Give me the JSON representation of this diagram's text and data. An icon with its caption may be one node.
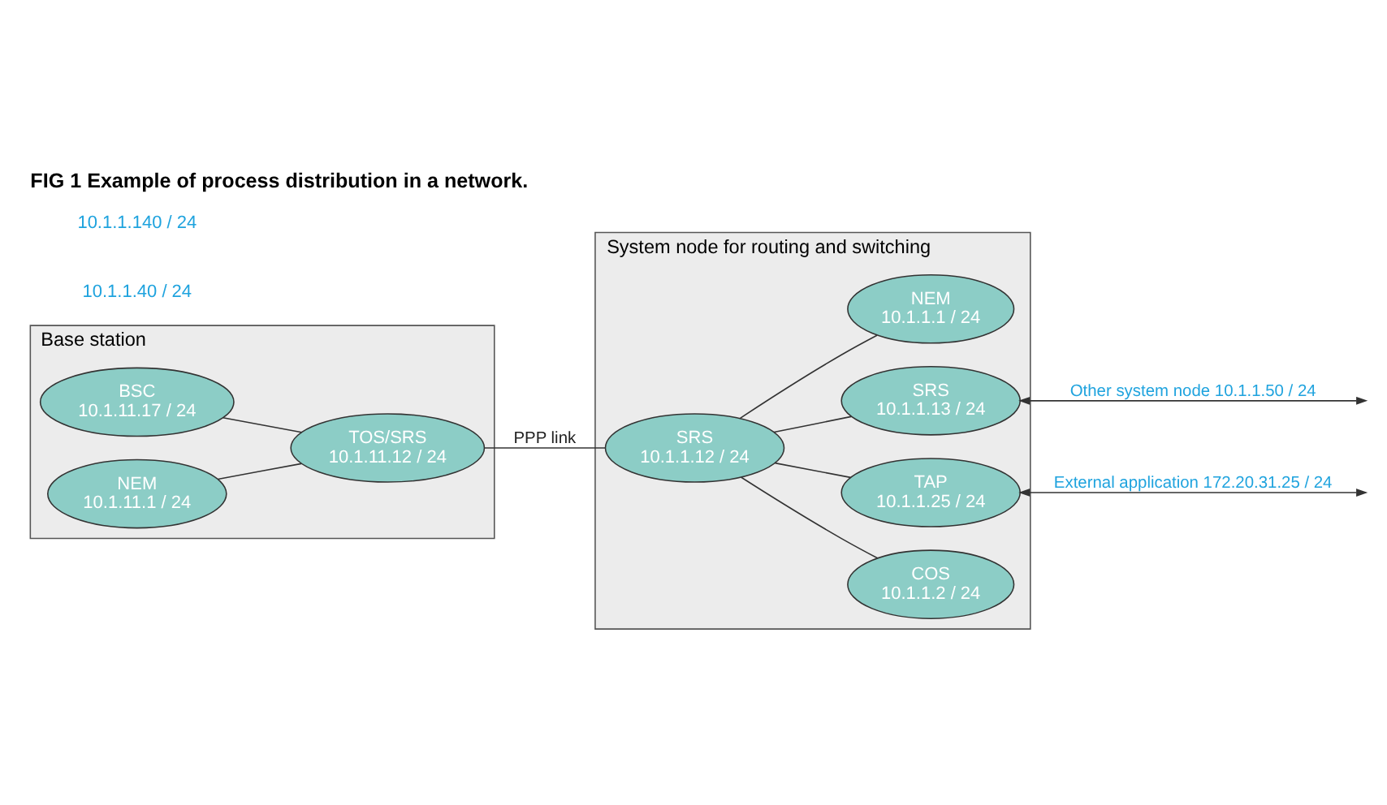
{
  "diagram": {
    "title": "FIG 1 Example of process distribution in a network.",
    "nodes": [
      {
        "text": [
          "Base station"
        ]
      },
      {
        "text": [
          "BSC",
          "10.1.11.17 / 24"
        ],
        "in": 0
      },
      {
        "text": [
          "NEM",
          "10.1.11.1 / 24"
        ],
        "in": 0
      },
      {
        "text": [
          "TOS/SRS",
          "10.1.11.12 / 24"
        ],
        "in": 0
      },
      {
        "text": [
          "System node for routing and switching"
        ]
      },
      {
        "text": [
          "SRS",
          "10.1.1.12 / 24"
        ],
        "in": 4
      },
      {
        "text": [
          "COS",
          "10.1.1.2 / 24"
        ],
        "in": 4
      },
      {
        "text": [
          "SRS",
          "10.1.1.13 / 24"
        ],
        "in": 4
      },
      {
        "text": [
          "TAP",
          "10.1.1.25 / 24"
        ],
        "in": 4
      },
      {
        "text": [
          "NEM",
          "10.1.1.1 / 24"
        ],
        "in": 4
      }
    ],
    "edges": [
      {
        "from": 1,
        "to": 3,
        "arrow": "none"
      },
      {
        "from": 2,
        "to": 3,
        "arrow": "none"
      },
      {
        "from": 3,
        "to": 5,
        "arrow": "none",
        "label": "PPP link"
      },
      {
        "from": 5,
        "to": 6,
        "arrow": "none"
      },
      {
        "from": 5,
        "to": 7,
        "arrow": "none"
      },
      {
        "from": 5,
        "to": 8,
        "arrow": "none"
      },
      {
        "from": 5,
        "to": 9,
        "arrow": "none"
      },
      {
        "from": 7,
        "to": null,
        "arrow": "both",
        "label": "Other system node 10.1.1.50 / 24"
      },
      {
        "from": 8,
        "to": null,
        "arrow": "both",
        "label": "External application 172.20.31.25 / 24"
      }
    ],
    "labels": [
      "10.1.1.40 / 24",
      "10.1.1.140 / 24"
    ]
  }
}
